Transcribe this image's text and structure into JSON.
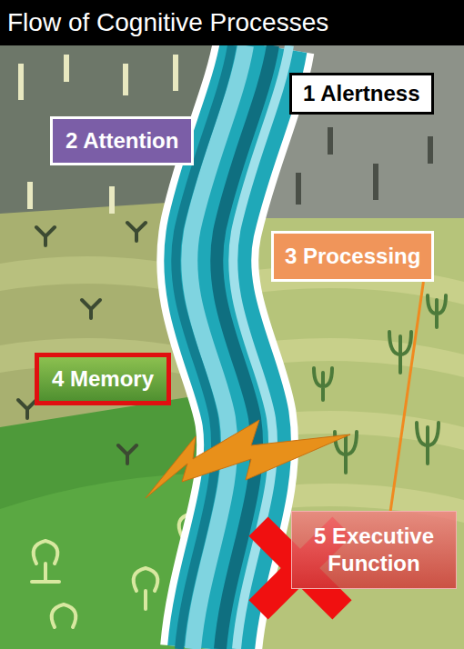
{
  "diagram": {
    "title": "Flow of Cognitive Processes",
    "nodes": [
      {
        "text": [
          "1 Alertness"
        ]
      },
      {
        "text": [
          "2 Attention"
        ]
      },
      {
        "text": [
          "3 Processing"
        ]
      },
      {
        "text": [
          "4 Memory"
        ]
      },
      {
        "text": [
          "5 Executive Function"
        ]
      }
    ],
    "edges": [
      {
        "from": 2,
        "to": 4,
        "arrow": "none"
      }
    ]
  }
}
